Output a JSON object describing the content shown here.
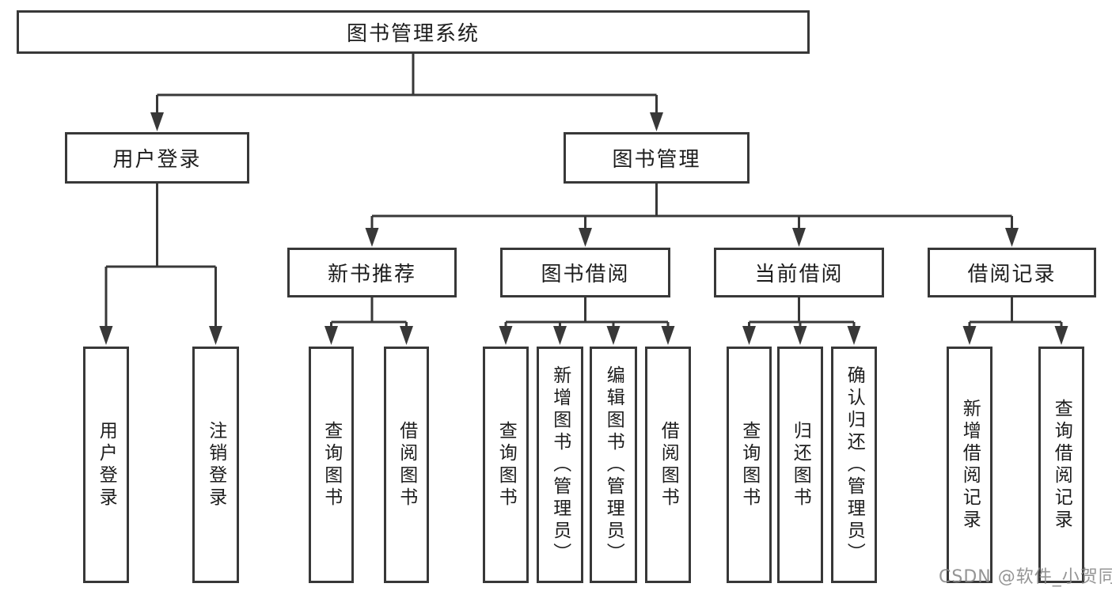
{
  "tree": {
    "label": "图书管理系统",
    "children": [
      {
        "label": "用户登录",
        "children": [
          {
            "label": "用户登录"
          },
          {
            "label": "注销登录"
          }
        ]
      },
      {
        "label": "图书管理",
        "children": [
          {
            "label": "新书推荐",
            "children": [
              {
                "label": "查询图书"
              },
              {
                "label": "借阅图书"
              }
            ]
          },
          {
            "label": "图书借阅",
            "children": [
              {
                "label": "查询图书"
              },
              {
                "label": "新增图书（管理员）"
              },
              {
                "label": "编辑图书（管理员）"
              },
              {
                "label": "借阅图书"
              }
            ]
          },
          {
            "label": "当前借阅",
            "children": [
              {
                "label": "查询图书"
              },
              {
                "label": "归还图书"
              },
              {
                "label": "确认归还（管理员）"
              }
            ]
          },
          {
            "label": "借阅记录",
            "children": [
              {
                "label": "新增借阅记录"
              },
              {
                "label": "查询借阅记录"
              }
            ]
          }
        ]
      }
    ]
  },
  "watermark": "CSDN @软件_小贺同学",
  "colors": {
    "line": "#383838",
    "text": "#1d1d1d",
    "watermark": "#868686"
  }
}
